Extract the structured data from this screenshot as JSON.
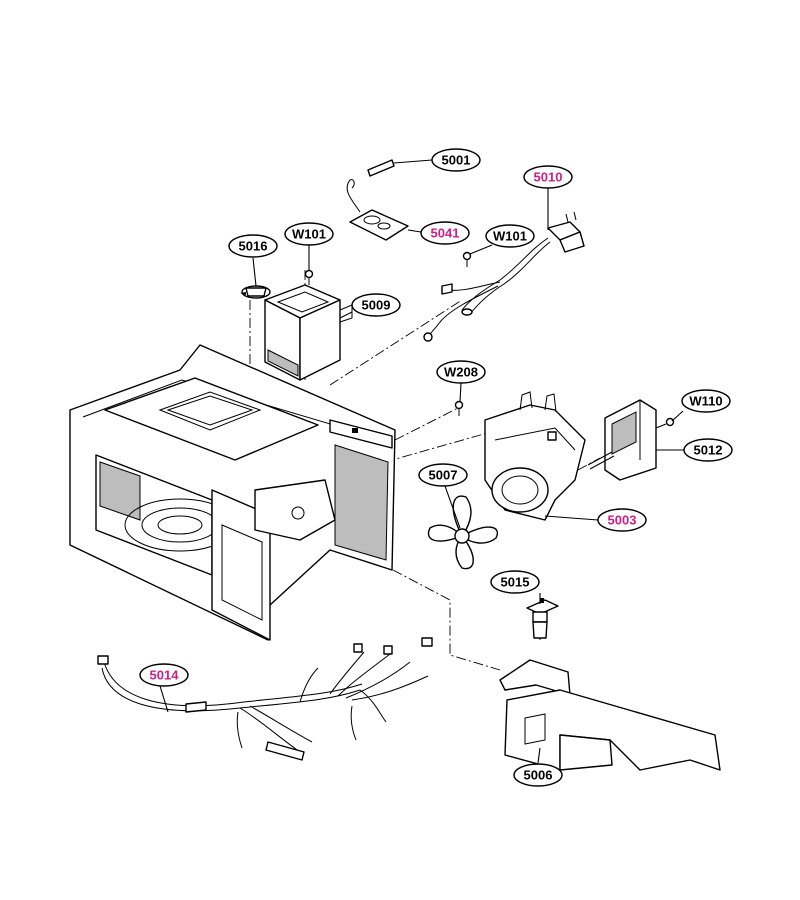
{
  "colors": {
    "ink": "#000000",
    "highlight": "#cc1f8a",
    "background": "#ffffff"
  },
  "callouts": [
    {
      "id": "c5001",
      "label": "5001",
      "highlight": false
    },
    {
      "id": "c5010",
      "label": "5010",
      "highlight": true
    },
    {
      "id": "c5041",
      "label": "5041",
      "highlight": true
    },
    {
      "id": "cW101a",
      "label": "W101",
      "highlight": false
    },
    {
      "id": "cW101b",
      "label": "W101",
      "highlight": false
    },
    {
      "id": "c5016",
      "label": "5016",
      "highlight": false
    },
    {
      "id": "c5009",
      "label": "5009",
      "highlight": false
    },
    {
      "id": "cW208",
      "label": "W208",
      "highlight": false
    },
    {
      "id": "cW110",
      "label": "W110",
      "highlight": false
    },
    {
      "id": "c5012",
      "label": "5012",
      "highlight": false
    },
    {
      "id": "c5007",
      "label": "5007",
      "highlight": false
    },
    {
      "id": "c5003",
      "label": "5003",
      "highlight": true
    },
    {
      "id": "c5015",
      "label": "5015",
      "highlight": false
    },
    {
      "id": "c5014",
      "label": "5014",
      "highlight": true
    },
    {
      "id": "c5006",
      "label": "5006",
      "highlight": false
    }
  ]
}
